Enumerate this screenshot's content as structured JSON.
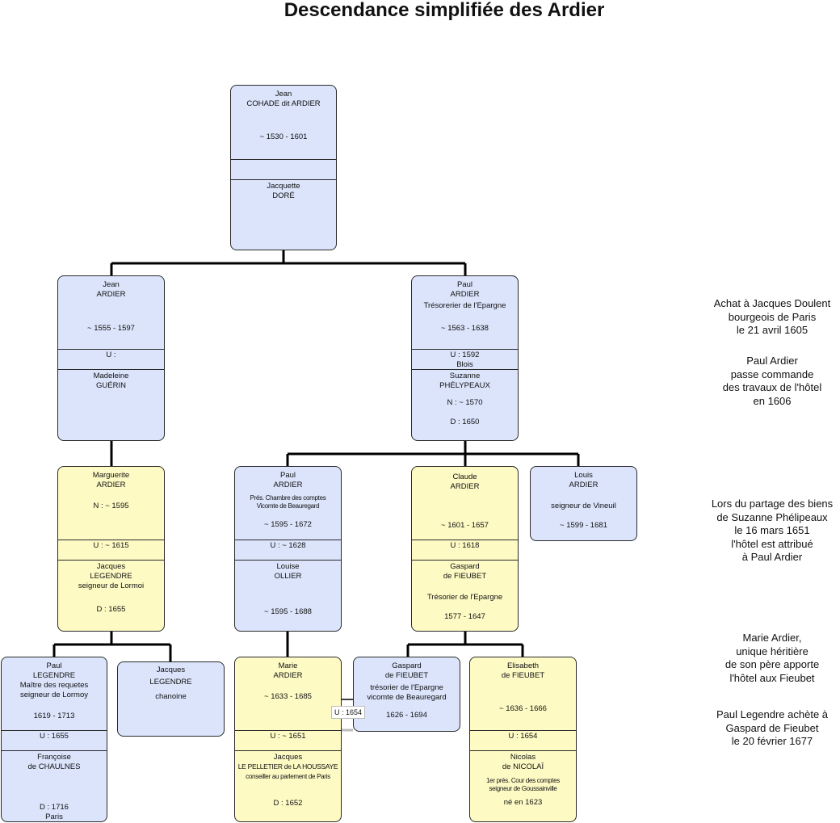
{
  "title": "Descendance simplifiée des Ardier",
  "colors": {
    "blue_box": "#dbe4fb",
    "yellow_box": "#fdfac4",
    "line": "#000000"
  },
  "persons": {
    "jean_cohade": {
      "first": "Jean",
      "last": "COHADE dit ARDIER",
      "dates": "~ 1530 - 1601",
      "spouse_first": "Jacquette",
      "spouse_last": "DORÉ"
    },
    "jean_ardier": {
      "first": "Jean",
      "last": "ARDIER",
      "dates": "~ 1555 - 1597",
      "union": "U :",
      "spouse_first": "Madeleine",
      "spouse_last": "GUÉRIN"
    },
    "paul_ardier_1": {
      "first": "Paul",
      "last": "ARDIER",
      "role": "Trésorerier de l'Epargne",
      "dates": "~ 1563 - 1638",
      "union": "U : 1592",
      "union_place": "Blois",
      "spouse_first": "Suzanne",
      "spouse_last": "PHÉLYPEAUX",
      "spouse_birth": "N : ~ 1570",
      "spouse_death": "D : 1650"
    },
    "marguerite": {
      "first": "Marguerite",
      "last": "ARDIER",
      "birth": "N : ~ 1595",
      "union": "U : ~ 1615",
      "spouse_first": "Jacques",
      "spouse_last": "LEGENDRE",
      "spouse_title": "seigneur de Lormoi",
      "spouse_death": "D : 1655"
    },
    "paul_ardier_2": {
      "first": "Paul",
      "last": "ARDIER",
      "role1": "Prés. Chambre des comptes",
      "role2": "Vicomte de Beauregard",
      "dates": "~ 1595 - 1672",
      "union": "U : ~ 1628",
      "spouse_first": "Louise",
      "spouse_last": "OLLIER",
      "spouse_dates": "~ 1595 - 1688"
    },
    "claude": {
      "first": "Claude",
      "last": "ARDIER",
      "dates": "~ 1601 - 1657",
      "union": "U : 1618",
      "spouse_first": "Gaspard",
      "spouse_last": "de FIEUBET",
      "spouse_role": "Trésorier de l'Epargne",
      "spouse_dates": "1577 - 1647"
    },
    "louis": {
      "first": "Louis",
      "last": "ARDIER",
      "title": "seigneur de Vineuil",
      "dates": "~ 1599 - 1681"
    },
    "paul_legendre": {
      "first": "Paul",
      "last": "LEGENDRE",
      "role1": "Maître des requetes",
      "role2": "seigneur de Lormoy",
      "dates": "1619 - 1713",
      "union": "U : 1655",
      "spouse_first": "Françoise",
      "spouse_last": "de CHAULNES",
      "spouse_death": "D : 1716",
      "spouse_place": "Paris"
    },
    "jacques_legendre": {
      "first": "Jacques",
      "last": "LEGENDRE",
      "role": "chanoine"
    },
    "marie": {
      "first": "Marie",
      "last": "ARDIER",
      "dates": "~ 1633 - 1685",
      "union": "U : ~ 1651",
      "spouse_first": "Jacques",
      "spouse_last": "LE PELLETIER de LA HOUSSAYE",
      "spouse_role": "conseiller au parlement de Paris",
      "spouse_death": "D : 1652"
    },
    "gaspard_fieubet": {
      "first": "Gaspard",
      "last": "de FIEUBET",
      "role1": "trésorier de l'Epargne",
      "role2": "vicomte de Beauregard",
      "dates": "1626 - 1694"
    },
    "elisabeth": {
      "first": "Elisabeth",
      "last": "de FIEUBET",
      "dates": "~ 1636 - 1666",
      "union": "U : 1654",
      "spouse_first": "Nicolas",
      "spouse_last": "de NICOLAÏ",
      "spouse_role1": "1er prés. Cour des comptes",
      "spouse_role2": "seigneur de Goussainville",
      "spouse_birth": "né en 1623"
    }
  },
  "marriage_tag": "U : 1654",
  "notes": [
    {
      "lines": [
        "Achat à Jacques Doulent",
        "bourgeois de Paris",
        "le 21 avril 1605"
      ]
    },
    {
      "lines": [
        "Paul Ardier",
        "passe commande",
        "des travaux de l'hôtel",
        "en 1606"
      ]
    },
    {
      "lines": [
        "Lors du partage des biens",
        "de Suzanne Phélipeaux",
        "le 16 mars 1651",
        "l'hôtel est attribué",
        "à Paul Ardier"
      ]
    },
    {
      "lines": [
        "Marie Ardier,",
        "unique héritière",
        "de son père apporte",
        "l'hôtel aux Fieubet"
      ]
    },
    {
      "lines": [
        "Paul Legendre achète à",
        "Gaspard de Fieubet",
        "le 20 février 1677"
      ]
    }
  ]
}
